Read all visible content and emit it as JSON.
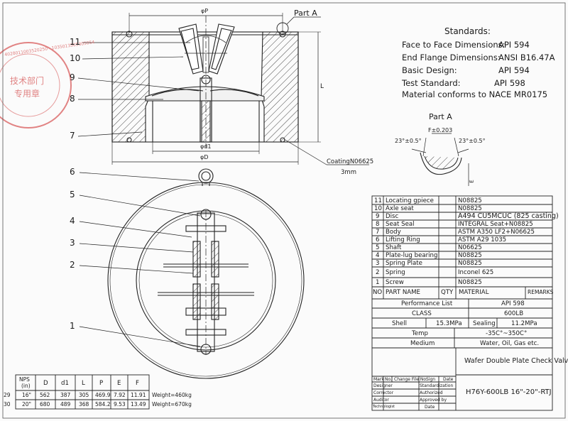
{
  "part_a_label": "Part A",
  "dimensions": {
    "phiP": "φP",
    "phid1": "φd1",
    "phiD": "φD",
    "L": "L",
    "E": "E",
    "F": "F±0.203",
    "angle_left": "23°±0.5°",
    "angle_right": "23°±0.5°"
  },
  "coating": {
    "label": "CoatingN06625",
    "thickness": "3mm"
  },
  "callouts": [
    "11",
    "10",
    "9",
    "8",
    "7",
    "6",
    "5",
    "4",
    "3",
    "2",
    "1"
  ],
  "standards": {
    "title": "Standards:",
    "rows": [
      {
        "label": "Face to Face Dimensions:",
        "value": "API 594"
      },
      {
        "label": "End Flange Dimensions:",
        "value": "ANSI B16.47A"
      },
      {
        "label": "Basic Design:",
        "value": "API 594"
      },
      {
        "label": "Test Standard:",
        "value": "API 598"
      }
    ],
    "nace": "Material conforms to NACE MR0175"
  },
  "part_a_detail_title": "Part A",
  "stamp": {
    "ring_text": "4028011003520250 · 1035013505305054",
    "center_lines": [
      "技术部门",
      "专用章"
    ]
  },
  "parts_list": {
    "rows": [
      {
        "no": "11",
        "name": "Locating gpiece",
        "qty": "",
        "material": "N08825",
        "remarks": ""
      },
      {
        "no": "10",
        "name": "Axle seat",
        "qty": "",
        "material": "N08825",
        "remarks": ""
      },
      {
        "no": "9",
        "name": "Disc",
        "qty": "",
        "material": "A494 CU5MCUC (825 casting)",
        "remarks": ""
      },
      {
        "no": "8",
        "name": "Seat Seal",
        "qty": "",
        "material": "INTEGRAL Seat+N08825",
        "remarks": ""
      },
      {
        "no": "7",
        "name": "Body",
        "qty": "",
        "material": "ASTM A350  LF2+N06625",
        "remarks": ""
      },
      {
        "no": "6",
        "name": "Lifting Ring",
        "qty": "",
        "material": "ASTM A29 1035",
        "remarks": ""
      },
      {
        "no": "5",
        "name": "Shaft",
        "qty": "",
        "material": "N06625",
        "remarks": ""
      },
      {
        "no": "4",
        "name": "Plate-lug bearing",
        "qty": "",
        "material": "N08825",
        "remarks": ""
      },
      {
        "no": "3",
        "name": "Spring Plate",
        "qty": "",
        "material": "N08825",
        "remarks": ""
      },
      {
        "no": "2",
        "name": "Spring",
        "qty": "",
        "material": "Inconel 625",
        "remarks": ""
      },
      {
        "no": "1",
        "name": "Screw",
        "qty": "",
        "material": "N08825",
        "remarks": ""
      }
    ],
    "header": {
      "no": "NO",
      "name": "PART NAME",
      "qty": "QTY",
      "material": "MATERIAL",
      "remarks": "REMARKS"
    }
  },
  "performance": {
    "title": "Performance List",
    "title_value": "API 598",
    "class_label": "CLASS",
    "class_value": "600LB",
    "shell_label": "Shell",
    "shell_value": "15.3MPa",
    "sealing_label": "Sealing",
    "sealing_value": "11.2MPa",
    "temp_label": "Temp",
    "temp_value": "-35C°~350C°",
    "medium_label": "Medium",
    "medium_value": "Water, Oil, Gas etc."
  },
  "title_block": {
    "product": "Wafer Double Plate Check Valve",
    "model": "H76Y-600LB 16\"-20\"-RTJ",
    "mini_headers": [
      "Mark",
      "No.",
      "Change File No.",
      "Sign",
      "Date"
    ],
    "roles": [
      {
        "left": "Designer",
        "right": "Standardization"
      },
      {
        "left": "Corrector",
        "right": "Authorized"
      },
      {
        "left": "Auditor",
        "right": "Approved by"
      },
      {
        "left": "Technologist",
        "right": "Date"
      }
    ]
  },
  "dim_table": {
    "headers": [
      "NPS\n(in)",
      "D",
      "d1",
      "L",
      "P",
      "E",
      "F"
    ],
    "nps_head": "NPS",
    "nps_sub": "(in)",
    "rows": [
      {
        "side": "29",
        "nps": "16\"",
        "D": "562",
        "d1": "387",
        "L": "305",
        "P": "469.9",
        "E": "7.92",
        "F": "11.91",
        "weight": "Weight=460kg"
      },
      {
        "side": "30",
        "nps": "20\"",
        "D": "680",
        "d1": "489",
        "L": "368",
        "P": "584.2",
        "E": "9.53",
        "F": "13.49",
        "weight": "Weight=670kg"
      }
    ]
  }
}
